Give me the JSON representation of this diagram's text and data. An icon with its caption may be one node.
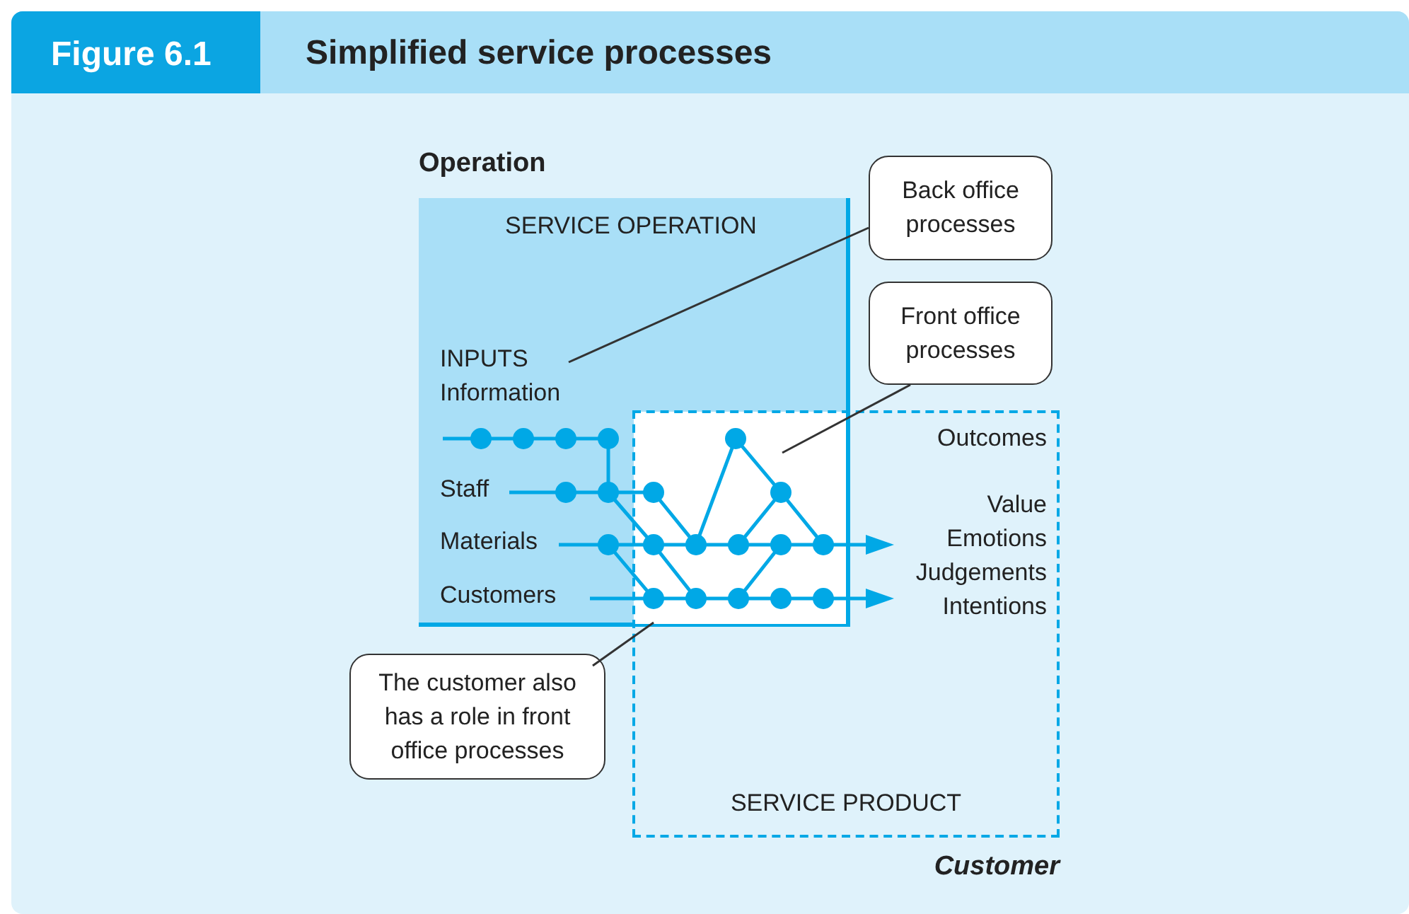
{
  "diagram": {
    "title": "Simplified service processes",
    "nodes": [
      {
        "text": [
          "Operation",
          "SERVICE OPERATION"
        ]
      },
      {
        "text": [
          "SERVICE PRODUCT",
          "Customer"
        ]
      },
      {
        "text": [
          "Back office processes"
        ]
      },
      {
        "text": [
          "Front office processes"
        ]
      },
      {
        "text": [
          "The customer also has a role in front office processes"
        ]
      }
    ],
    "edges": [
      {
        "from": 2,
        "to": 0,
        "arrow": "none"
      },
      {
        "from": 3,
        "to": 1,
        "arrow": "none"
      },
      {
        "from": 4,
        "to": 1,
        "arrow": "none"
      }
    ],
    "labels": [
      "Figure 6.1",
      "INPUTS",
      "Information",
      "Staff",
      "Materials",
      "Customers",
      "Outcomes",
      "Value",
      "Emotions",
      "Judgements",
      "Intentions"
    ]
  }
}
